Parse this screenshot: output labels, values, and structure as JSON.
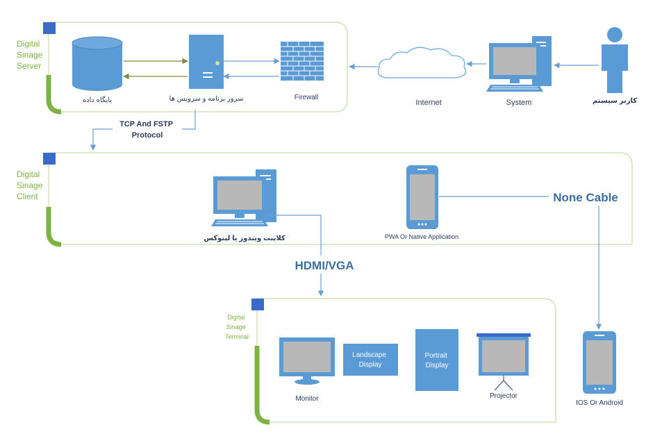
{
  "colors": {
    "accent_green": "#8bc34a",
    "icon_blue": "#5b9bd5",
    "screen_gray": "#b8b8b8",
    "arrow_blue": "#6a9fd4",
    "arrow_olive": "#7a8c3a",
    "dark_blue_square": "#3a6bc8"
  },
  "server": {
    "group_label": [
      "Digital",
      "Sinage",
      "Server"
    ],
    "database_label": "پایگاه داده",
    "app_server_label": "سرور برنامه و سرویس ها",
    "firewall_label": "Firewall"
  },
  "internet_label": "Internet",
  "system_label": "System",
  "user_label": "کاربر سیستم",
  "protocol_label": [
    "TCP And FSTP",
    "Protocol"
  ],
  "client": {
    "group_label": [
      "Digital",
      "Sinage",
      "Client"
    ],
    "desktop_label": "کلاینت ویندوز یا لینوکس",
    "pwa_label": "PWA Or Native Application",
    "none_cable_label": "None Cable"
  },
  "hdmi_label": "HDMI/VGA",
  "terminal": {
    "group_label": [
      "Digital",
      "Sinage",
      "Terminal"
    ],
    "monitor_label": "Monitor",
    "landscape_label": [
      "Landscape",
      "Display"
    ],
    "portrait_label": [
      "Portrait",
      "Display"
    ],
    "projector_label": "Projector"
  },
  "mobile_label": "IOS Or Android",
  "icons": [
    "database-icon",
    "server-icon",
    "firewall-icon",
    "cloud-icon",
    "desktop-icon",
    "user-icon",
    "smartphone-icon",
    "monitor-icon",
    "projector-icon"
  ]
}
